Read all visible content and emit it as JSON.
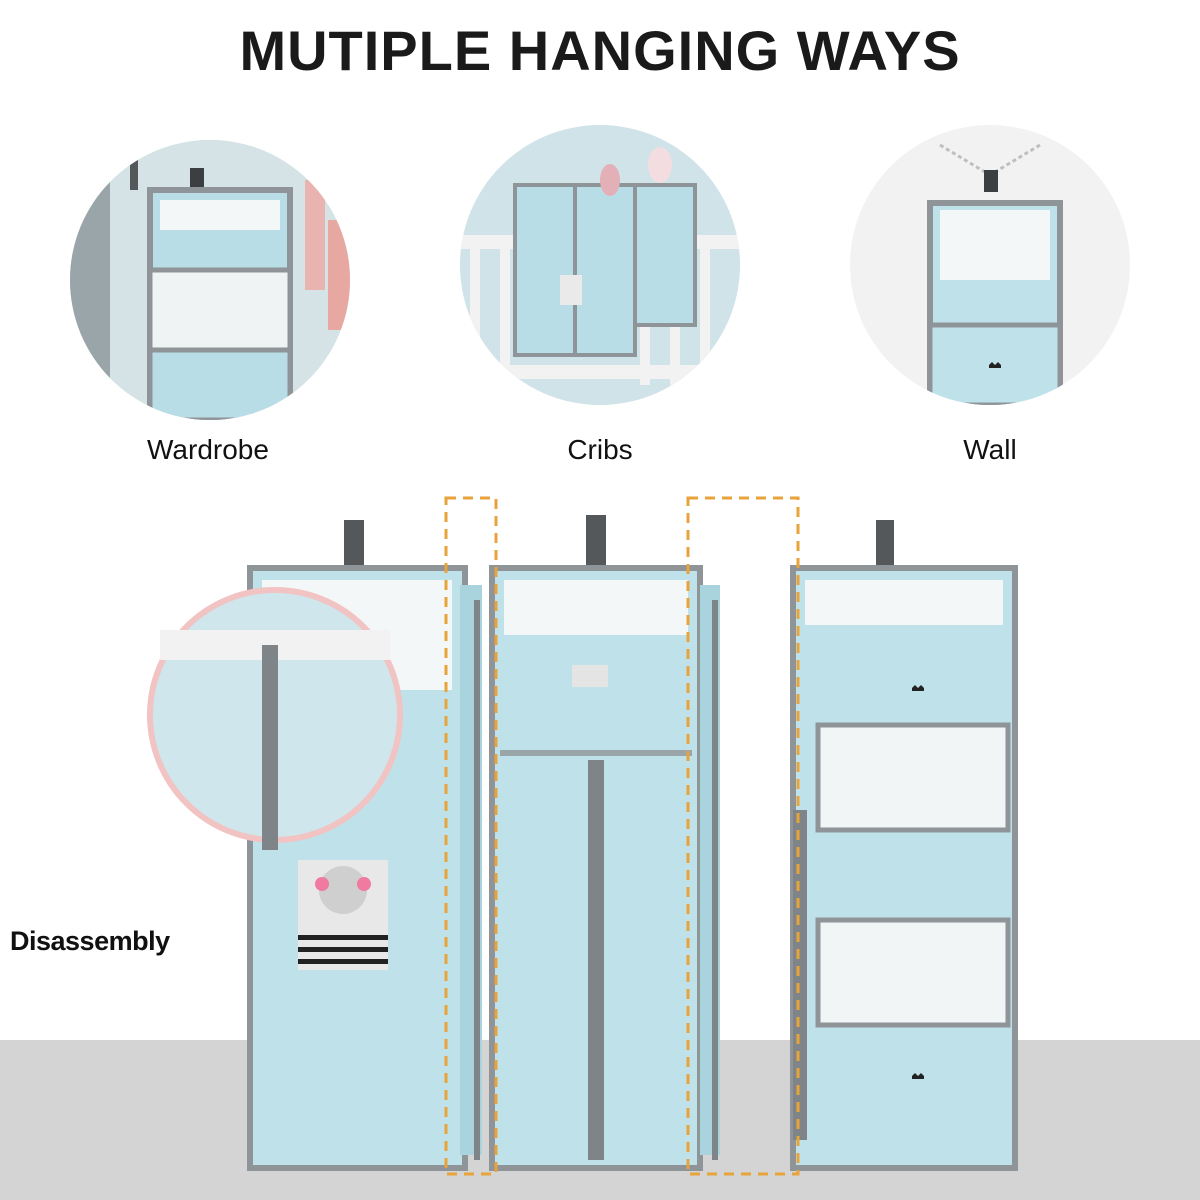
{
  "heading": "MUTIPLE HANGING WAYS",
  "ways": [
    {
      "label": "Wardrobe",
      "icon": "wardrobe-scene"
    },
    {
      "label": "Cribs",
      "icon": "crib-scene"
    },
    {
      "label": "Wall",
      "icon": "wall-scene"
    }
  ],
  "disassembly_label": "Disassembly",
  "colors": {
    "fabric": "#bfe2ea",
    "fabric_dark": "#a9d4de",
    "trim": "#8f9499",
    "circle_bg": "#cfe1e6",
    "dash": "#e8a33a",
    "floor": "#d4d4d4"
  }
}
